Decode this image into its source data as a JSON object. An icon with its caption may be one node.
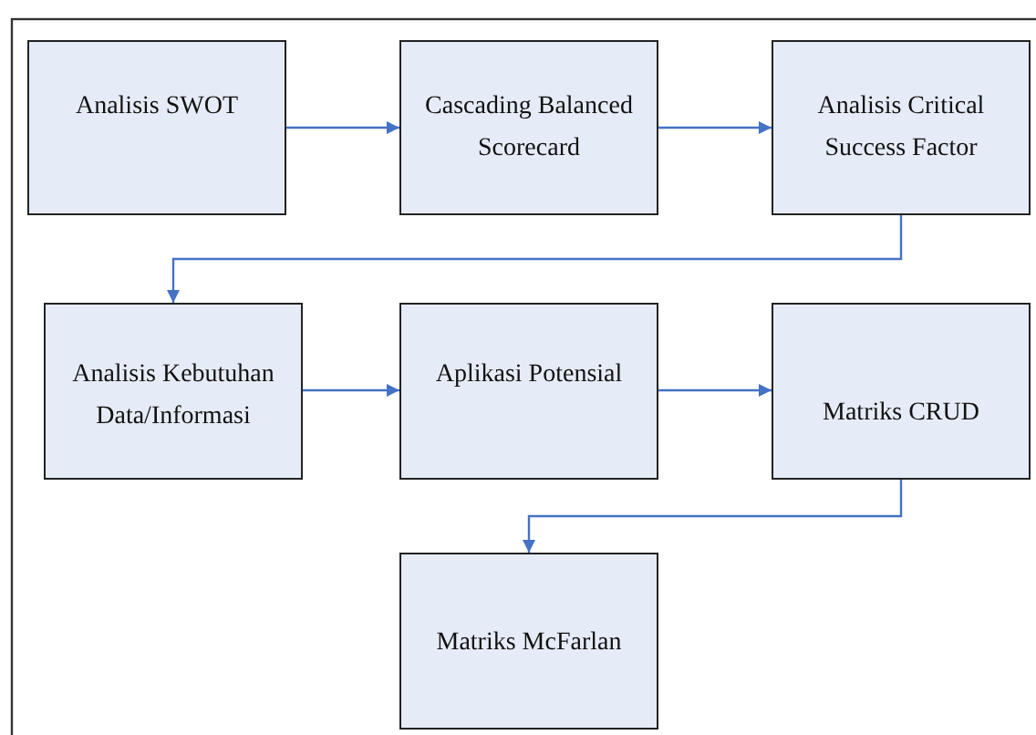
{
  "diagram": {
    "nodes": [
      {
        "text": [
          "Analisis SWOT"
        ]
      },
      {
        "text": [
          "Cascading Balanced Scorecard"
        ]
      },
      {
        "text": [
          "Analisis Critical Success Factor"
        ]
      },
      {
        "text": [
          "Analisis Kebutuhan Data/Informasi"
        ]
      },
      {
        "text": [
          "Aplikasi Potensial"
        ]
      },
      {
        "text": [
          "Matriks CRUD"
        ]
      },
      {
        "text": [
          "Matriks McFarlan"
        ]
      }
    ],
    "edges": [
      {
        "from": 0,
        "to": 1,
        "arrow": "to"
      },
      {
        "from": 1,
        "to": 2,
        "arrow": "to"
      },
      {
        "from": 2,
        "to": 3,
        "arrow": "to"
      },
      {
        "from": 3,
        "to": 4,
        "arrow": "to"
      },
      {
        "from": 4,
        "to": 5,
        "arrow": "to"
      },
      {
        "from": 5,
        "to": 6,
        "arrow": "to"
      }
    ]
  }
}
